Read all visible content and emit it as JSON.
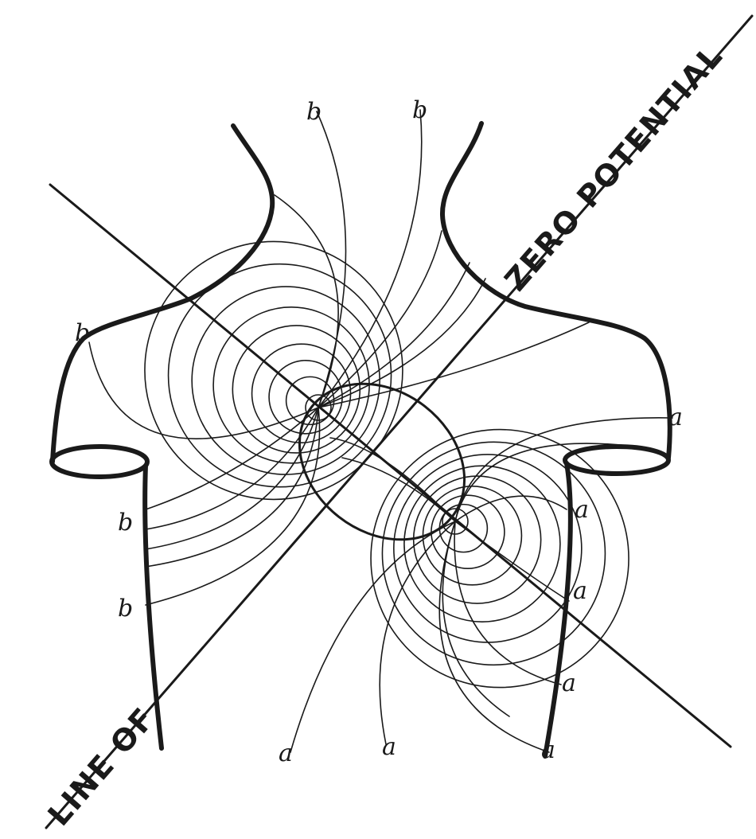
{
  "diagram": {
    "axis_text_upper": "ZERO POTENTIAL",
    "axis_text_lower": "LINE OF",
    "labels_b": [
      "b",
      "b",
      "b",
      "b",
      "b"
    ],
    "labels_a": [
      "a",
      "a",
      "a",
      "a",
      "a",
      "a",
      "a"
    ],
    "ink_color": "#1a1a1a"
  }
}
